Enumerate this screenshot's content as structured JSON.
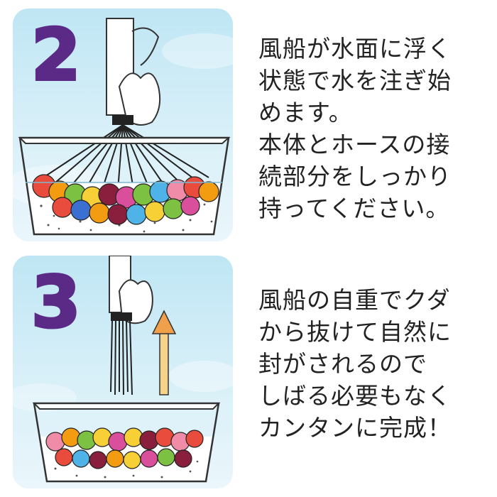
{
  "steps": [
    {
      "number": "2",
      "lines": [
        "風船が水面に浮く",
        "状態で水を注ぎ始",
        "めます。",
        "本体とホースの接",
        "続部分をしっかり",
        "持ってください。"
      ]
    },
    {
      "number": "3",
      "lines": [
        "風船の自重でクダ",
        "から抜けて自然に",
        "封がされるので",
        "しばる必要もなく",
        "カンタンに完成！"
      ]
    }
  ],
  "colors": {
    "step_number": "#5b2a86",
    "panel_sky": "#bfe6f4",
    "arrow": "#f0a04b",
    "balloons": [
      "#e94b3c",
      "#f39c12",
      "#f7d038",
      "#7cc142",
      "#4fb3e8",
      "#3b6fd1",
      "#d94f9b",
      "#8a1f3d",
      "#f08ca8"
    ]
  }
}
